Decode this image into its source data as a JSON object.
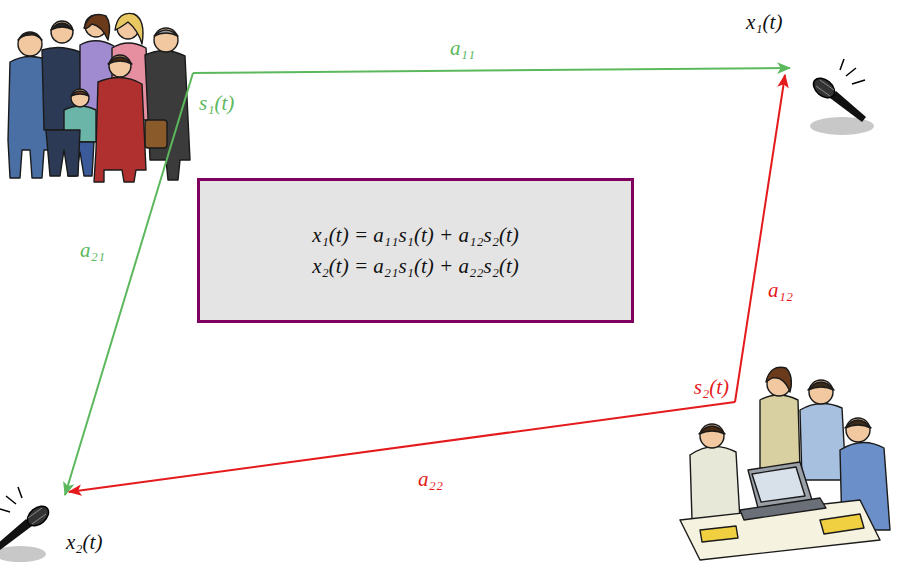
{
  "diagram": {
    "nodes": [
      {
        "text": [
          "s₁(t)"
        ]
      },
      {
        "text": [
          "x₁(t)"
        ]
      },
      {
        "text": [
          "s₂(t)"
        ]
      },
      {
        "text": [
          "x₂(t)"
        ]
      },
      {
        "text": [
          "x₁(t) = a₁₁s₁(t) + a₁₂s₂(t)",
          "x₂(t) = a₂₁s₁(t) + a₂₂s₂(t)"
        ]
      }
    ],
    "edges": [
      {
        "from": 0,
        "to": 1,
        "arrow": "to",
        "label": "a₁₁"
      },
      {
        "from": 0,
        "to": 3,
        "arrow": "to",
        "label": "a₂₁"
      },
      {
        "from": 2,
        "to": 1,
        "arrow": "to",
        "label": "a₁₂"
      },
      {
        "from": 2,
        "to": 3,
        "arrow": "to",
        "label": "a₂₂"
      }
    ]
  }
}
